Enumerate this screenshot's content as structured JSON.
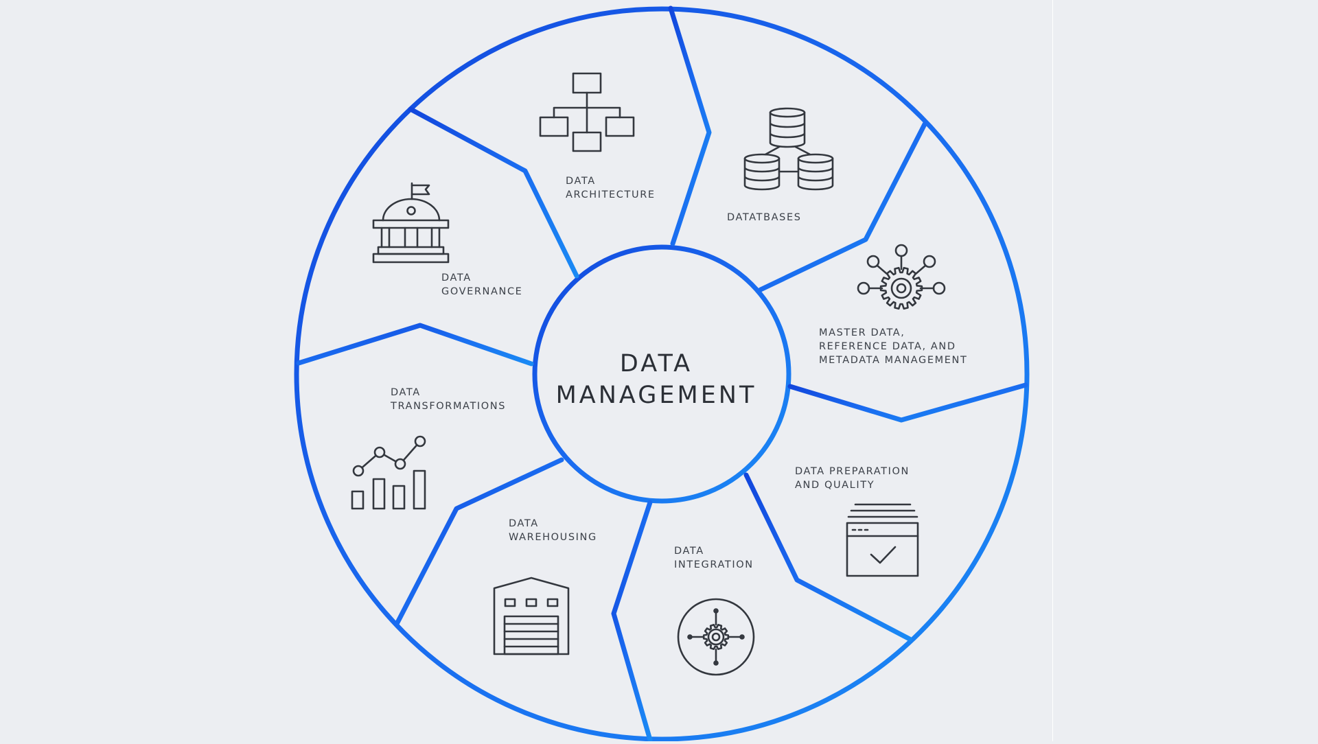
{
  "center": {
    "line1": "DATA",
    "line2": "MANAGEMENT"
  },
  "segments": [
    {
      "id": "architecture",
      "icon": "hierarchy-icon",
      "lines": [
        "DATA",
        "ARCHITECTURE"
      ]
    },
    {
      "id": "databases",
      "icon": "database-icon",
      "lines": [
        "DATATBASES"
      ]
    },
    {
      "id": "master-data",
      "icon": "gear-network-icon",
      "lines": [
        "MASTER DATA,",
        "REFERENCE DATA, AND",
        "METADATA MANAGEMENT"
      ]
    },
    {
      "id": "preparation",
      "icon": "checked-window-icon",
      "lines": [
        "DATA PREPARATION",
        "AND QUALITY"
      ]
    },
    {
      "id": "integration",
      "icon": "integration-gear-icon",
      "lines": [
        "DATA",
        "INTEGRATION"
      ]
    },
    {
      "id": "warehousing",
      "icon": "warehouse-icon",
      "lines": [
        "DATA",
        "WAREHOUSING"
      ]
    },
    {
      "id": "transformations",
      "icon": "chart-icon",
      "lines": [
        "DATA",
        "TRANSFORMATIONS"
      ]
    },
    {
      "id": "governance",
      "icon": "government-building-icon",
      "lines": [
        "DATA",
        "GOVERNANCE"
      ]
    }
  ],
  "colors": {
    "ring_dark": "#1450e0",
    "ring_light": "#1a86f2",
    "text": "#2b2f36",
    "background": "#eceef2"
  }
}
